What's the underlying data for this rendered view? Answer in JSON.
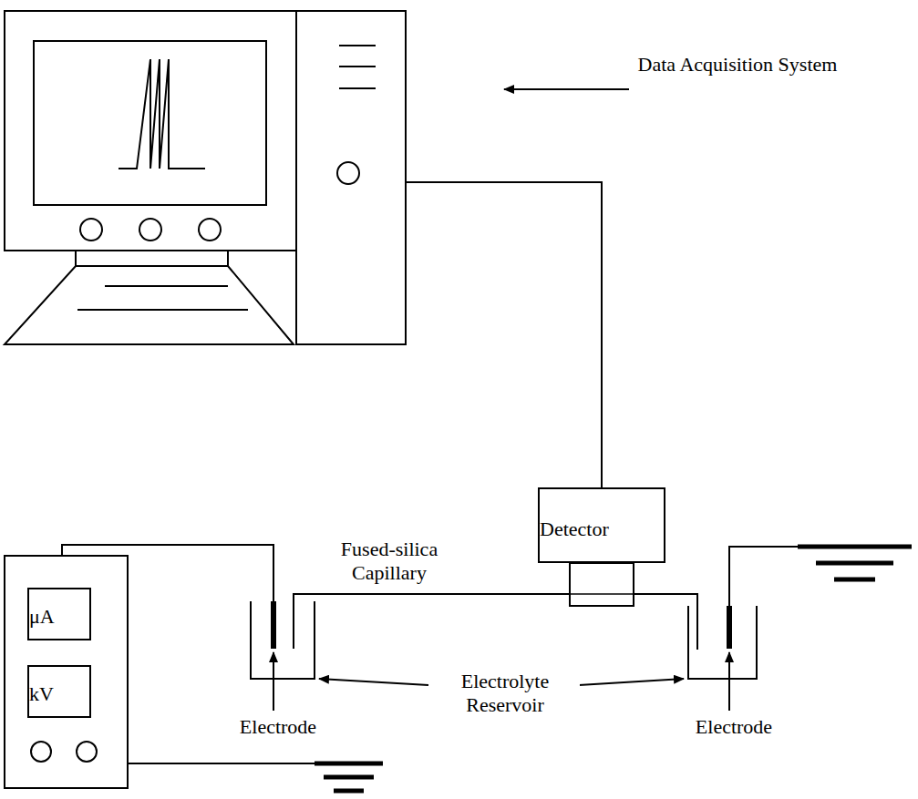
{
  "diagram": {
    "nodes": [
      {
        "text": [
          "Detector"
        ]
      },
      {
        "text": [
          "μA"
        ]
      },
      {
        "text": [
          "kV"
        ]
      }
    ],
    "labels": [
      "Data Acquisition System",
      "Fused-silica Capillary",
      "Electrode",
      "Electrode",
      "Electrolyte Reservoir"
    ]
  }
}
